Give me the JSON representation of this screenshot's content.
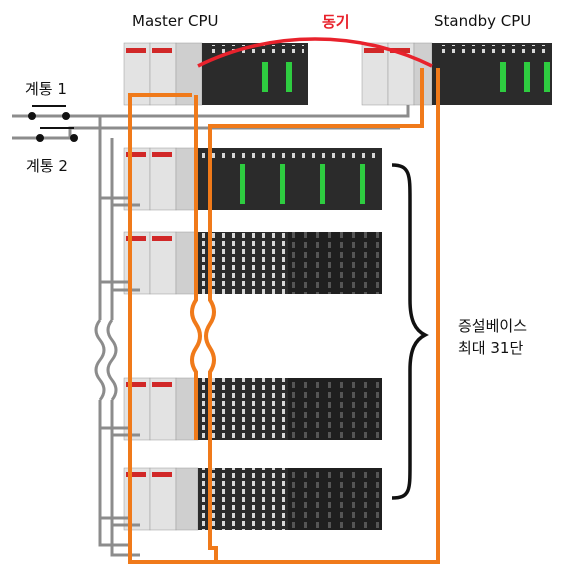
{
  "labels": {
    "master_cpu": "Master CPU",
    "standby_cpu": "Standby CPU",
    "sync": "동기",
    "line1": "계통 1",
    "line2": "계통 2",
    "expansion_line1": "증설베이스",
    "expansion_line2": "최대 31단"
  },
  "colors": {
    "sync_cable": "#e8222c",
    "orange_cable": "#f07a1a",
    "gray_cable": "#8c8c8c",
    "module_light": "#d9d9d9",
    "module_dark": "#2b2b2b",
    "led_green": "#2ecc40"
  }
}
